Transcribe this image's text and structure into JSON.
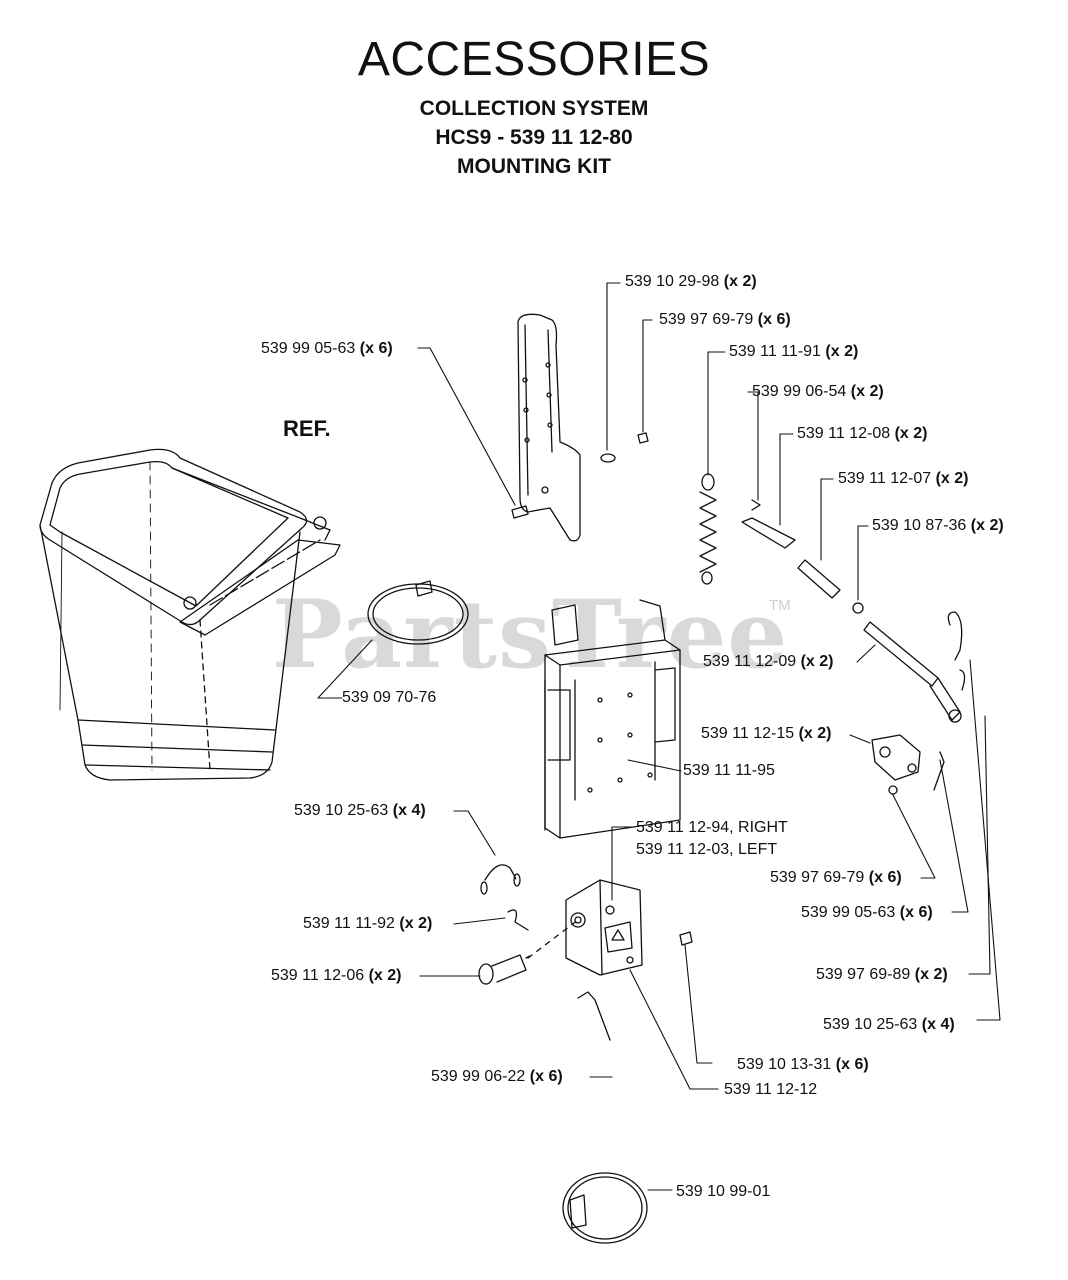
{
  "header": {
    "title": "ACCESSORIES",
    "sub1": "COLLECTION SYSTEM",
    "sub2": "HCS9 - 539 11 12-80",
    "sub3": "MOUNTING KIT"
  },
  "ref_label": "REF.",
  "watermark": {
    "text": "PartsTree",
    "tm": "TM"
  },
  "labels": [
    {
      "id": "p1",
      "num": "539 10 29-98",
      "qty": "(x 2)"
    },
    {
      "id": "p2",
      "num": "539 97 69-79",
      "qty": "(x 6)"
    },
    {
      "id": "p3",
      "num": "539 99 05-63",
      "qty": "(x 6)"
    },
    {
      "id": "p4",
      "num": "539 11 11-91",
      "qty": "(x 2)"
    },
    {
      "id": "p5",
      "num": "539 99 06-54",
      "qty": "(x 2)"
    },
    {
      "id": "p6",
      "num": "539 11 12-08",
      "qty": "(x 2)"
    },
    {
      "id": "p7",
      "num": "539 11 12-07",
      "qty": "(x 2)"
    },
    {
      "id": "p8",
      "num": "539 10 87-36",
      "qty": "(x 2)"
    },
    {
      "id": "p9",
      "num": "539 11 12-09",
      "qty": "(x 2)"
    },
    {
      "id": "p10",
      "num": "539 09 70-76",
      "qty": ""
    },
    {
      "id": "p11",
      "num": "539 11 12-15",
      "qty": "(x 2)"
    },
    {
      "id": "p12",
      "num": "539 11 11-95",
      "qty": ""
    },
    {
      "id": "p13",
      "num": "539 10 25-63",
      "qty": "(x 4)"
    },
    {
      "id": "p14",
      "num": "539 11 12-94, RIGHT",
      "qty": ""
    },
    {
      "id": "p15",
      "num": "539 11 12-03, LEFT",
      "qty": ""
    },
    {
      "id": "p16",
      "num": "539 97 69-79",
      "qty": "(x 6)"
    },
    {
      "id": "p17",
      "num": "539 11 11-92",
      "qty": "(x 2)"
    },
    {
      "id": "p18",
      "num": "539 99 05-63",
      "qty": "(x 6)"
    },
    {
      "id": "p19",
      "num": "539 11 12-06",
      "qty": "(x 2)"
    },
    {
      "id": "p20",
      "num": "539 97 69-89",
      "qty": "(x 2)"
    },
    {
      "id": "p21",
      "num": "539 10 25-63",
      "qty": "(x 4)"
    },
    {
      "id": "p22",
      "num": "539 10 13-31",
      "qty": "(x 6)"
    },
    {
      "id": "p23",
      "num": "539 99 06-22",
      "qty": "(x 6)"
    },
    {
      "id": "p24",
      "num": "539 11 12-12",
      "qty": ""
    },
    {
      "id": "p25",
      "num": "539 10 99-01",
      "qty": ""
    }
  ]
}
